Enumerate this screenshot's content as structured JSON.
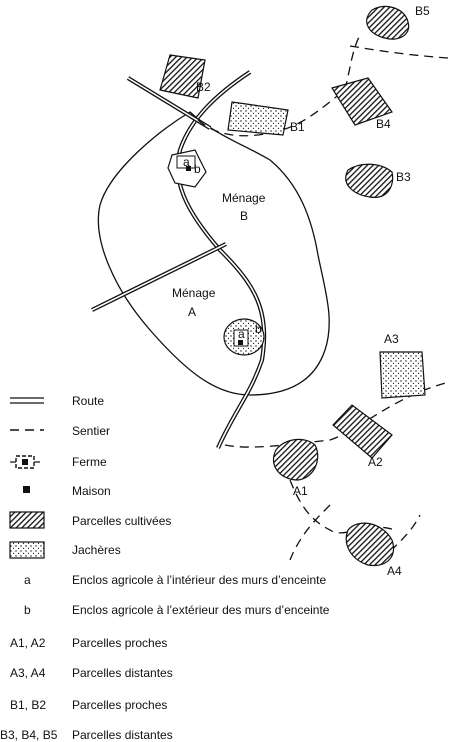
{
  "map": {
    "households": [
      {
        "id": "A",
        "word": "Ménage",
        "letter": "A"
      },
      {
        "id": "B",
        "word": "Ménage",
        "letter": "B"
      }
    ],
    "enclosure_marks": [
      "a",
      "b",
      "a",
      "b"
    ],
    "plots": [
      {
        "code": "A1",
        "kind": "cultivated"
      },
      {
        "code": "A2",
        "kind": "cultivated"
      },
      {
        "code": "A3",
        "kind": "fallow"
      },
      {
        "code": "A4",
        "kind": "cultivated"
      },
      {
        "code": "B1",
        "kind": "fallow"
      },
      {
        "code": "B2",
        "kind": "cultivated"
      },
      {
        "code": "B3",
        "kind": "cultivated"
      },
      {
        "code": "B4",
        "kind": "cultivated"
      },
      {
        "code": "B5",
        "kind": "cultivated"
      }
    ]
  },
  "legend": {
    "symbols": [
      {
        "key": "road",
        "label": "Route"
      },
      {
        "key": "path",
        "label": "Sentier"
      },
      {
        "key": "farm",
        "label": "Ferme"
      },
      {
        "key": "house",
        "label": "Maison"
      },
      {
        "key": "cultivated",
        "label": "Parcelles cultivées"
      },
      {
        "key": "fallow",
        "label": "Jachères"
      }
    ],
    "codes": [
      {
        "code": "a",
        "label": "Enclos agricole à l’intérieur des murs d’enceinte"
      },
      {
        "code": "b",
        "label": "Enclos agricole à l’extérieur des murs d’enceinte"
      },
      {
        "code": "A1, A2",
        "label": "Parcelles proches"
      },
      {
        "code": "A3, A4",
        "label": "Parcelles distantes"
      },
      {
        "code": "B1, B2",
        "label": "Parcelles proches"
      },
      {
        "code": "B3, B4, B5",
        "label": "Parcelles distantes"
      }
    ]
  },
  "colors": {
    "ink": "#111111",
    "background": "#ffffff"
  }
}
